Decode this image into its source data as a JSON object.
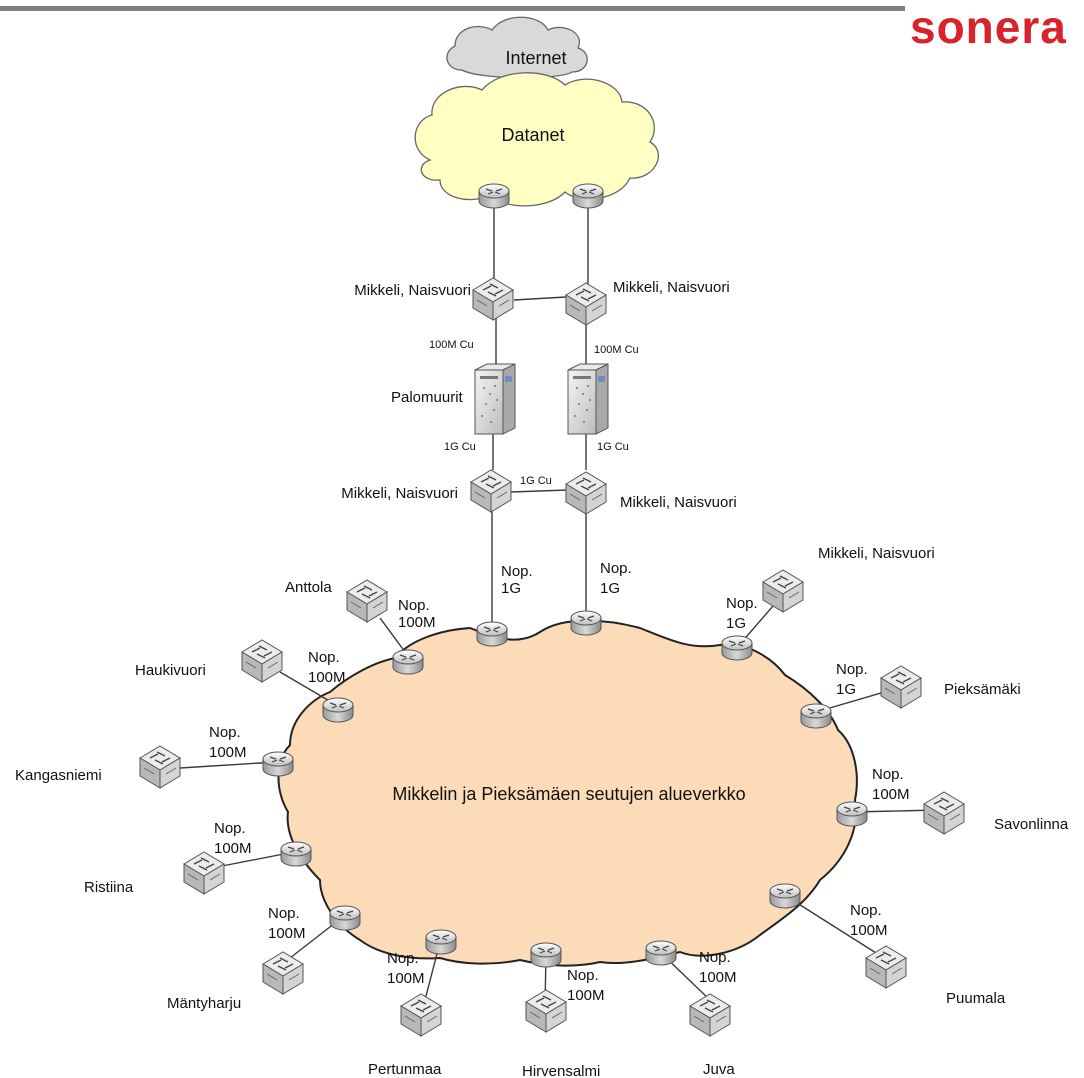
{
  "brand": {
    "text": "sonera",
    "color": "#d8232a"
  },
  "clouds": {
    "internet": {
      "label": "Internet",
      "color": "#d9d9d9"
    },
    "datanet": {
      "label": "Datanet",
      "color": "#ffffc4"
    },
    "region": {
      "label": "Mikkelin ja Pieksämäen seutujen alueverkko",
      "color": "#fcdcb8"
    }
  },
  "core": {
    "left_top_switch": "Mikkeli, Naisvuori",
    "right_top_switch": "Mikkeli, Naisvuori",
    "left_top_link": "100M Cu",
    "right_top_link": "100M Cu",
    "firewall_label": "Palomuurit",
    "left_fw_link": "1G Cu",
    "right_fw_link": "1G Cu",
    "cross_link": "1G Cu",
    "left_bottom_switch": "Mikkeli, Naisvuori",
    "right_bottom_switch": "Mikkeli, Naisvuori",
    "left_uplink": {
      "line1": "Nop.",
      "line2": "1G"
    },
    "right_uplink": {
      "line1": "Nop.",
      "line2": "1G"
    }
  },
  "sites": {
    "anttola": {
      "name": "Anttola",
      "line1": "Nop.",
      "line2": "100M"
    },
    "haukivuori": {
      "name": "Haukivuori",
      "line1": "Nop.",
      "line2": "100M"
    },
    "kangasniemi": {
      "name": "Kangasniemi",
      "line1": "Nop.",
      "line2": "100M"
    },
    "ristiina": {
      "name": "Ristiina",
      "line1": "Nop.",
      "line2": "100M"
    },
    "mantyharju": {
      "name": "Mäntyharju",
      "line1": "Nop.",
      "line2": "100M"
    },
    "pertunmaa": {
      "name": "Pertunmaa",
      "line1": "Nop.",
      "line2": "100M"
    },
    "hirvensalmi": {
      "name": "Hirvensalmi",
      "line1": "Nop.",
      "line2": "100M"
    },
    "juva": {
      "name": "Juva",
      "line1": "Nop.",
      "line2": "100M"
    },
    "puumala": {
      "name": "Puumala",
      "line1": "Nop.",
      "line2": "100M"
    },
    "savonlinna": {
      "name": "Savonlinna",
      "line1": "Nop.",
      "line2": "100M"
    },
    "pieksamaki": {
      "name": "Pieksämäki",
      "line1": "Nop.",
      "line2": "1G"
    },
    "mikkeli_nv": {
      "name": "Mikkeli, Naisvuori",
      "line1": "Nop.",
      "line2": "1G"
    }
  }
}
